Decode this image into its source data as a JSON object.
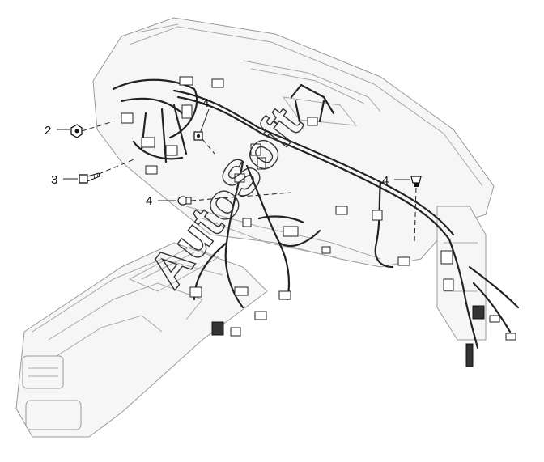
{
  "callouts": [
    {
      "id": "c1",
      "label": "2"
    },
    {
      "id": "c2",
      "label": "3"
    },
    {
      "id": "c3",
      "label": "4"
    },
    {
      "id": "c4",
      "label": "4"
    },
    {
      "id": "c5",
      "label": "4"
    }
  ],
  "watermark": "AutoSoft"
}
